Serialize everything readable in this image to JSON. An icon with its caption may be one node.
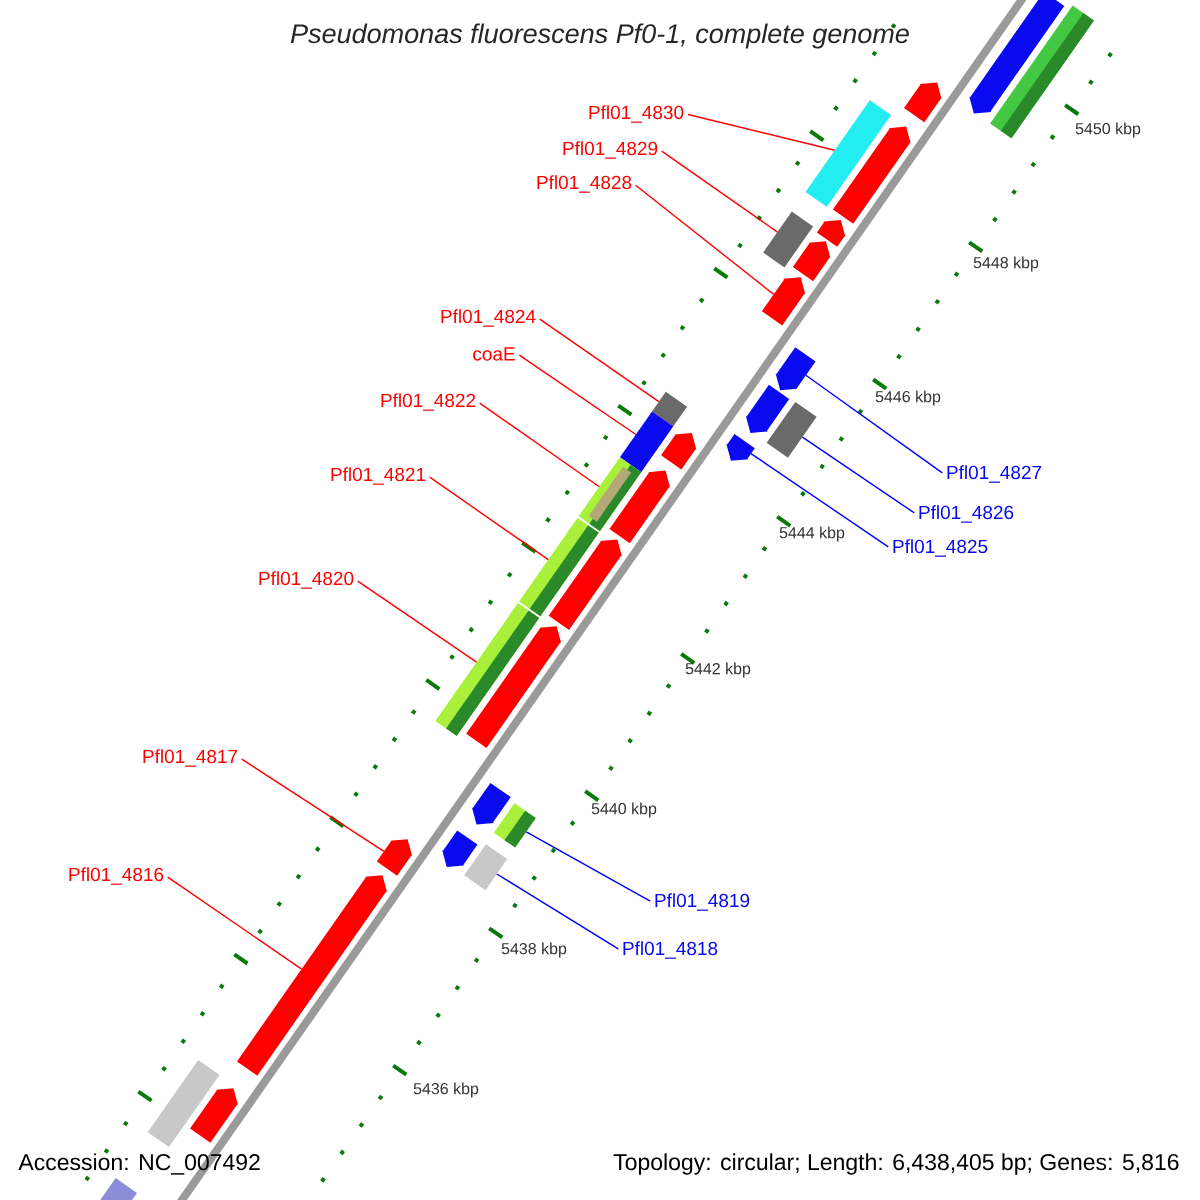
{
  "diagram": {
    "title": "Pseudomonas fluorescens Pf0-1, complete genome",
    "nodes": [
      {
        "text": [
          "Pfl01_4830"
        ]
      },
      {
        "text": [
          "Pfl01_4829"
        ]
      },
      {
        "text": [
          "Pfl01_4828"
        ]
      },
      {
        "text": [
          "Pfl01_4824"
        ]
      },
      {
        "text": [
          "coaE"
        ]
      },
      {
        "text": [
          "Pfl01_4822"
        ]
      },
      {
        "text": [
          "Pfl01_4827"
        ]
      },
      {
        "text": [
          "Pfl01_4821"
        ]
      },
      {
        "text": [
          "Pfl01_4826"
        ]
      },
      {
        "text": [
          "Pfl01_4825"
        ]
      },
      {
        "text": [
          "Pfl01_4820"
        ]
      },
      {
        "text": [
          "Pfl01_4817"
        ]
      },
      {
        "text": [
          "Pfl01_4816"
        ]
      },
      {
        "text": [
          "Pfl01_4819"
        ]
      },
      {
        "text": [
          "Pfl01_4818"
        ]
      },
      {
        "text": [],
        "shape": "pentagon"
      },
      {
        "text": [],
        "shape": "box"
      },
      {
        "text": [],
        "shape": "pentagon"
      },
      {
        "text": [],
        "shape": "box"
      },
      {
        "text": [],
        "shape": "pentagon"
      },
      {
        "text": [],
        "shape": "pentagon"
      },
      {
        "text": [],
        "shape": "box"
      },
      {
        "text": [],
        "shape": "pentagon"
      },
      {
        "text": [],
        "shape": "pentagon"
      },
      {
        "text": [],
        "shape": "pentagon"
      },
      {
        "text": [],
        "shape": "pentagon"
      },
      {
        "text": [],
        "shape": "box"
      },
      {
        "text": [],
        "shape": "pentagon"
      },
      {
        "text": [],
        "shape": "box"
      },
      {
        "text": [],
        "shape": "pentagon"
      },
      {
        "text": [],
        "shape": "box"
      },
      {
        "text": [],
        "shape": "pentagon"
      },
      {
        "text": [],
        "shape": "box"
      },
      {
        "text": [],
        "shape": "pentagon"
      },
      {
        "text": [],
        "shape": "box"
      },
      {
        "text": [],
        "shape": "pentagon"
      },
      {
        "text": [],
        "shape": "box"
      },
      {
        "text": [],
        "shape": "pentagon"
      },
      {
        "text": [],
        "shape": "box"
      },
      {
        "text": [],
        "shape": "pentagon"
      },
      {
        "text": [],
        "shape": "box"
      },
      {
        "text": [],
        "shape": "pentagon"
      },
      {
        "text": [],
        "shape": "pentagon"
      },
      {
        "text": [],
        "shape": "box"
      },
      {
        "text": [],
        "shape": "pentagon"
      },
      {
        "text": [],
        "shape": "box"
      }
    ],
    "edges": [
      {
        "from": 0,
        "to": 18,
        "arrow": "none"
      },
      {
        "from": 1,
        "to": 21,
        "arrow": "none"
      },
      {
        "from": 2,
        "to": 23,
        "arrow": "none"
      },
      {
        "from": 3,
        "to": 28,
        "arrow": "none"
      },
      {
        "from": 4,
        "to": 30,
        "arrow": "none"
      },
      {
        "from": 5,
        "to": 32,
        "arrow": "none"
      },
      {
        "from": 6,
        "to": 24,
        "arrow": "none",
        "color": "#0000ff"
      },
      {
        "from": 7,
        "to": 34,
        "arrow": "none"
      },
      {
        "from": 8,
        "to": 26,
        "arrow": "none",
        "color": "#0000ff"
      },
      {
        "from": 9,
        "to": 27,
        "arrow": "none",
        "color": "#0000ff"
      },
      {
        "from": 10,
        "to": 36,
        "arrow": "none"
      },
      {
        "from": 11,
        "to": 41,
        "arrow": "none"
      },
      {
        "from": 12,
        "to": 42,
        "arrow": "none"
      },
      {
        "from": 13,
        "to": 38,
        "arrow": "none",
        "color": "#0000ff"
      },
      {
        "from": 14,
        "to": 40,
        "arrow": "none",
        "color": "#0000ff"
      }
    ],
    "labels": [
      "5450 kbp",
      "5448 kbp",
      "5446 kbp",
      "5444 kbp",
      "5442 kbp",
      "5440 kbp",
      "5438 kbp",
      "5436 kbp",
      "Accession: NC_007492",
      "Topology: circular; Length: 6,438,405 bp; Genes: 5,816"
    ]
  }
}
